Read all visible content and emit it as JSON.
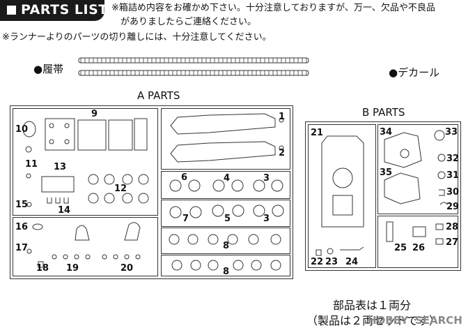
{
  "header": {
    "title": "PARTS LIST",
    "note1_line1": "※箱詰め内容をお確かめ下さい。十分注意しておりますが、万一、欠品や不良品",
    "note1_line2": "がありましたらご連絡ください。",
    "note2": "※ランナーよりのパーツの切り離しには、十分注意してください。"
  },
  "labels": {
    "track": "●履帯",
    "decal": "●デカール",
    "a_parts": "A PARTS",
    "b_parts": "B PARTS"
  },
  "part_numbers_a": [
    "9",
    "10",
    "11",
    "13",
    "12",
    "15",
    "14",
    "1",
    "2",
    "6",
    "4",
    "3",
    "7",
    "5",
    "3",
    "8",
    "8",
    "16",
    "17",
    "18",
    "19",
    "20"
  ],
  "part_numbers_b": [
    "21",
    "22",
    "23",
    "24",
    "34",
    "33",
    "32",
    "35",
    "31",
    "30",
    "29",
    "28",
    "27",
    "25",
    "26"
  ],
  "footer": {
    "line1": "部品表は１両分",
    "line2": "（製品は２両セットです）"
  },
  "watermark": {
    "brand": "HOBBY",
    "tail": "SEARCH"
  }
}
